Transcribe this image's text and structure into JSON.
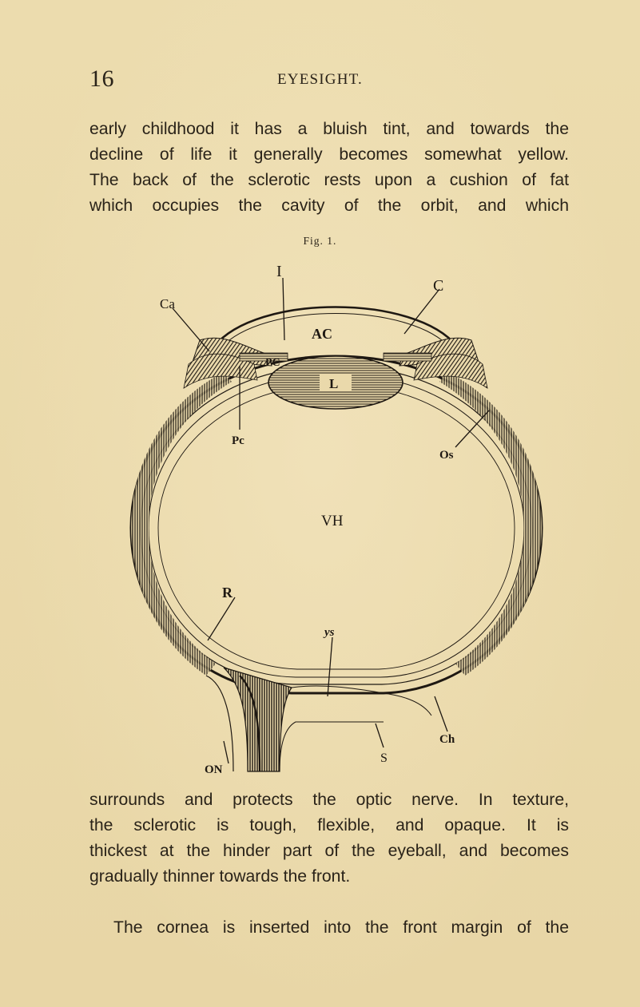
{
  "header": {
    "page_number": "16",
    "running_head": "EYESIGHT."
  },
  "paragraph_1": {
    "lines": [
      "early childhood it has a bluish tint, and towards the",
      "decline of life it generally becomes somewhat yellow.",
      "The back of the sclerotic rests upon a cushion of fat",
      "which occupies the cavity of the orbit, and which"
    ]
  },
  "figure": {
    "caption": "Fig. 1.",
    "labels": {
      "I": "I",
      "C": "C",
      "Ca": "Ca",
      "AC": "AC",
      "PC": "PC",
      "L": "L",
      "Pc": "Pc",
      "Os": "Os",
      "VH": "VH",
      "R": "R",
      "ys": "ys",
      "ON": "ON",
      "S": "S",
      "Ch": "Ch"
    }
  },
  "paragraph_2": {
    "lines": [
      "surrounds and protects the optic nerve.  In texture,",
      "the sclerotic is tough, flexible, and opaque.  It is",
      "thickest at the hinder part of the eyeball, and becomes",
      "gradually thinner towards the front."
    ]
  },
  "paragraph_3": {
    "lines": [
      "The cornea is inserted into the front margin of the"
    ]
  }
}
